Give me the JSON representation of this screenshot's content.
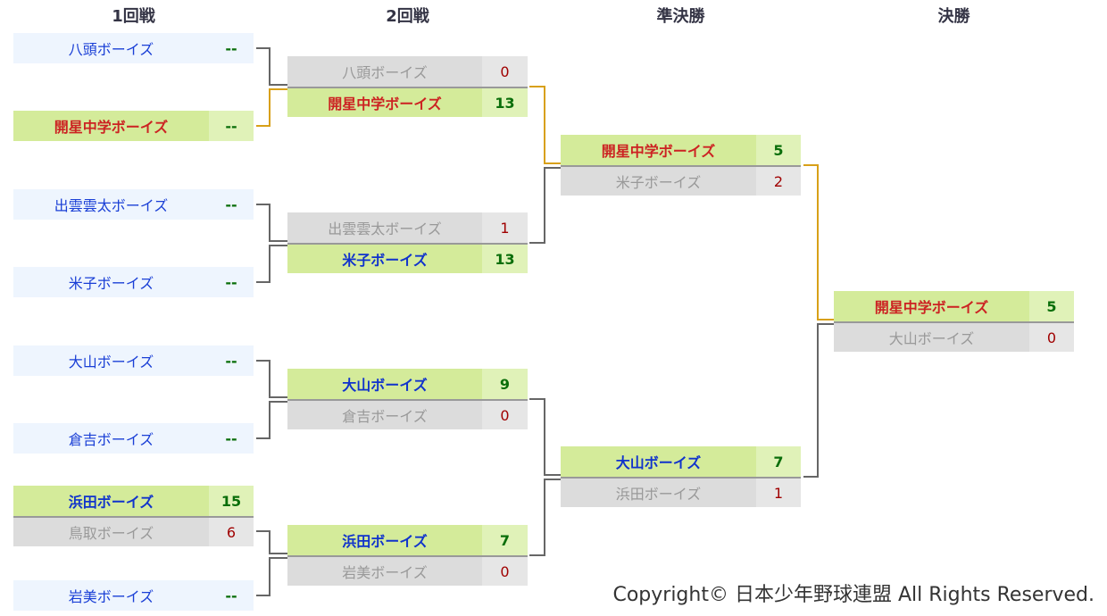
{
  "headers": [
    "1回戦",
    "2回戦",
    "準決勝",
    "決勝"
  ],
  "colors": {
    "winner_red": "#cc2222",
    "winner_blue": "#1033cc",
    "line_gray": "#666666",
    "line_gold": "#d8a018"
  },
  "rounds": [
    [
      {
        "name": "八頭ボーイズ",
        "score": "--",
        "state": "pending"
      },
      {
        "name": "開星中学ボーイズ",
        "score": "--",
        "state": "pending-advance"
      },
      {
        "name": "出雲雲太ボーイズ",
        "score": "--",
        "state": "pending"
      },
      {
        "name": "米子ボーイズ",
        "score": "--",
        "state": "pending"
      },
      {
        "name": "大山ボーイズ",
        "score": "--",
        "state": "pending"
      },
      {
        "name": "倉吉ボーイズ",
        "score": "--",
        "state": "pending"
      },
      {
        "name": "浜田ボーイズ",
        "score": "15",
        "state": "win"
      },
      {
        "name": "鳥取ボーイズ",
        "score": "6",
        "state": "lose"
      },
      {
        "name": "岩美ボーイズ",
        "score": "--",
        "state": "pending"
      }
    ],
    [
      {
        "name": "八頭ボーイズ",
        "score": "0",
        "state": "lose"
      },
      {
        "name": "開星中学ボーイズ",
        "score": "13",
        "state": "win",
        "red": true
      },
      {
        "name": "出雲雲太ボーイズ",
        "score": "1",
        "state": "lose"
      },
      {
        "name": "米子ボーイズ",
        "score": "13",
        "state": "win"
      },
      {
        "name": "大山ボーイズ",
        "score": "9",
        "state": "win"
      },
      {
        "name": "倉吉ボーイズ",
        "score": "0",
        "state": "lose"
      },
      {
        "name": "浜田ボーイズ",
        "score": "7",
        "state": "win"
      },
      {
        "name": "岩美ボーイズ",
        "score": "0",
        "state": "lose"
      }
    ],
    [
      {
        "name": "開星中学ボーイズ",
        "score": "5",
        "state": "win",
        "red": true
      },
      {
        "name": "米子ボーイズ",
        "score": "2",
        "state": "lose"
      },
      {
        "name": "大山ボーイズ",
        "score": "7",
        "state": "win"
      },
      {
        "name": "浜田ボーイズ",
        "score": "1",
        "state": "lose"
      }
    ],
    [
      {
        "name": "開星中学ボーイズ",
        "score": "5",
        "state": "win",
        "red": true
      },
      {
        "name": "大山ボーイズ",
        "score": "0",
        "state": "lose"
      }
    ]
  ],
  "copyright": "Copyright© 日本少年野球連盟 All Rights Reserved."
}
